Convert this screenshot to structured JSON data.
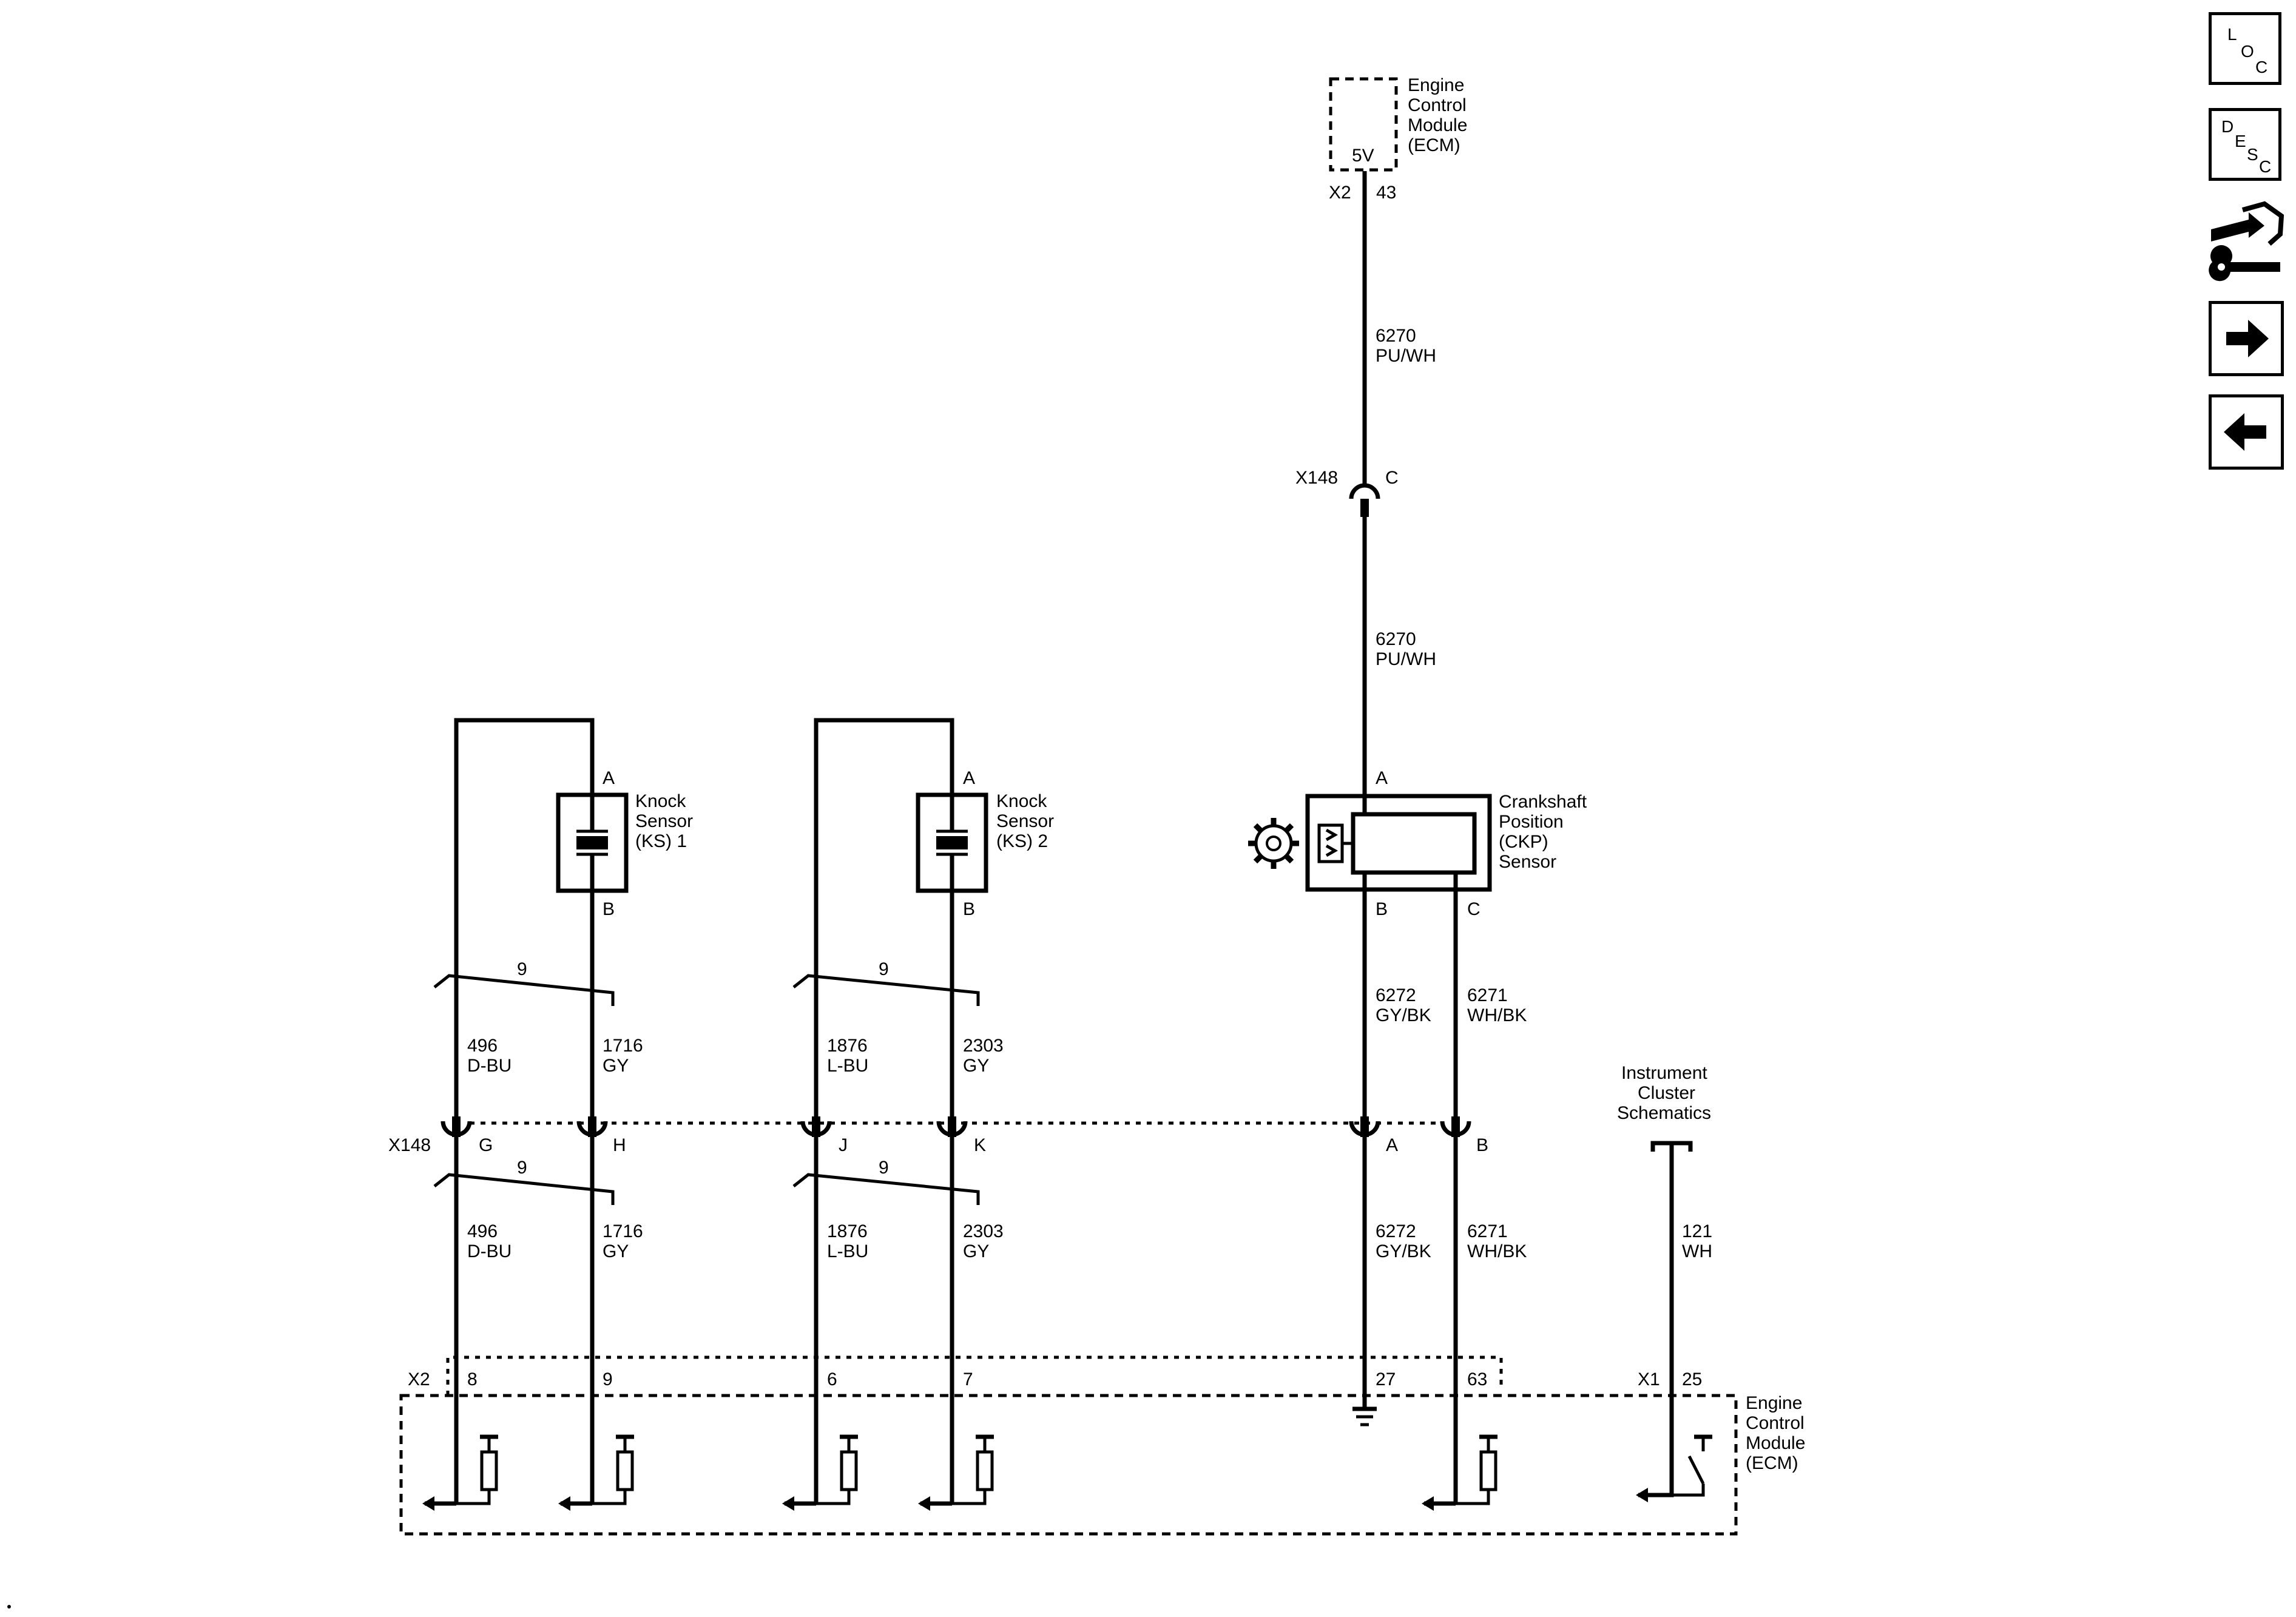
{
  "ecm_top": {
    "name_lines": [
      "Engine",
      "Control",
      "Module",
      "(ECM)"
    ],
    "voltage": "5V",
    "connector": "X2",
    "pin": "43"
  },
  "ckp_feed": {
    "wire_upper": {
      "circuit": "6270",
      "color": "PU/WH"
    },
    "connector": "X148",
    "pin": "C",
    "wire_lower": {
      "circuit": "6270",
      "color": "PU/WH"
    }
  },
  "knock_sensor_1": {
    "name_lines": [
      "Knock",
      "Sensor",
      "(KS) 1"
    ],
    "pin_a": "A",
    "pin_b": "B",
    "twist_count": "9",
    "wire_signal": {
      "circuit": "496",
      "color": "D-BU"
    },
    "wire_low": {
      "circuit": "1716",
      "color": "GY"
    }
  },
  "knock_sensor_2": {
    "name_lines": [
      "Knock",
      "Sensor",
      "(KS) 2"
    ],
    "pin_a": "A",
    "pin_b": "B",
    "twist_count": "9",
    "wire_signal": {
      "circuit": "1876",
      "color": "L-BU"
    },
    "wire_low": {
      "circuit": "2303",
      "color": "GY"
    }
  },
  "ckp_sensor": {
    "name_lines": [
      "Crankshaft",
      "Position",
      "(CKP)",
      "Sensor"
    ],
    "pin_a": "A",
    "pin_b": "B",
    "pin_c": "C",
    "wire_b": {
      "circuit": "6272",
      "color": "GY/BK"
    },
    "wire_c": {
      "circuit": "6271",
      "color": "WH/BK"
    }
  },
  "inline_x148": {
    "connector": "X148",
    "pins": [
      "G",
      "H",
      "J",
      "K",
      "A",
      "B"
    ]
  },
  "lower_wires": {
    "twist_count_1": "9",
    "twist_count_2": "9",
    "w496": {
      "circuit": "496",
      "color": "D-BU"
    },
    "w1716": {
      "circuit": "1716",
      "color": "GY"
    },
    "w1876": {
      "circuit": "1876",
      "color": "L-BU"
    },
    "w2303": {
      "circuit": "2303",
      "color": "GY"
    },
    "w6272": {
      "circuit": "6272",
      "color": "GY/BK"
    },
    "w6271": {
      "circuit": "6271",
      "color": "WH/BK"
    },
    "w121": {
      "circuit": "121",
      "color": "WH"
    }
  },
  "instrument_cluster": {
    "name_lines": [
      "Instrument",
      "Cluster",
      "Schematics"
    ]
  },
  "ecm_bottom": {
    "name_lines": [
      "Engine",
      "Control",
      "Module",
      "(ECM)"
    ],
    "connector_x2": "X2",
    "x2_pins": [
      "8",
      "9",
      "6",
      "7",
      "27",
      "63"
    ],
    "connector_x1": "X1",
    "x1_pin": "25"
  },
  "nav": {
    "loc": {
      "letters": [
        "L",
        "O",
        "C"
      ]
    },
    "desc": {
      "letters": [
        "D",
        "E",
        "S",
        "C"
      ]
    },
    "icons": [
      "connector-info-icon",
      "next-page-icon",
      "previous-page-icon"
    ]
  }
}
